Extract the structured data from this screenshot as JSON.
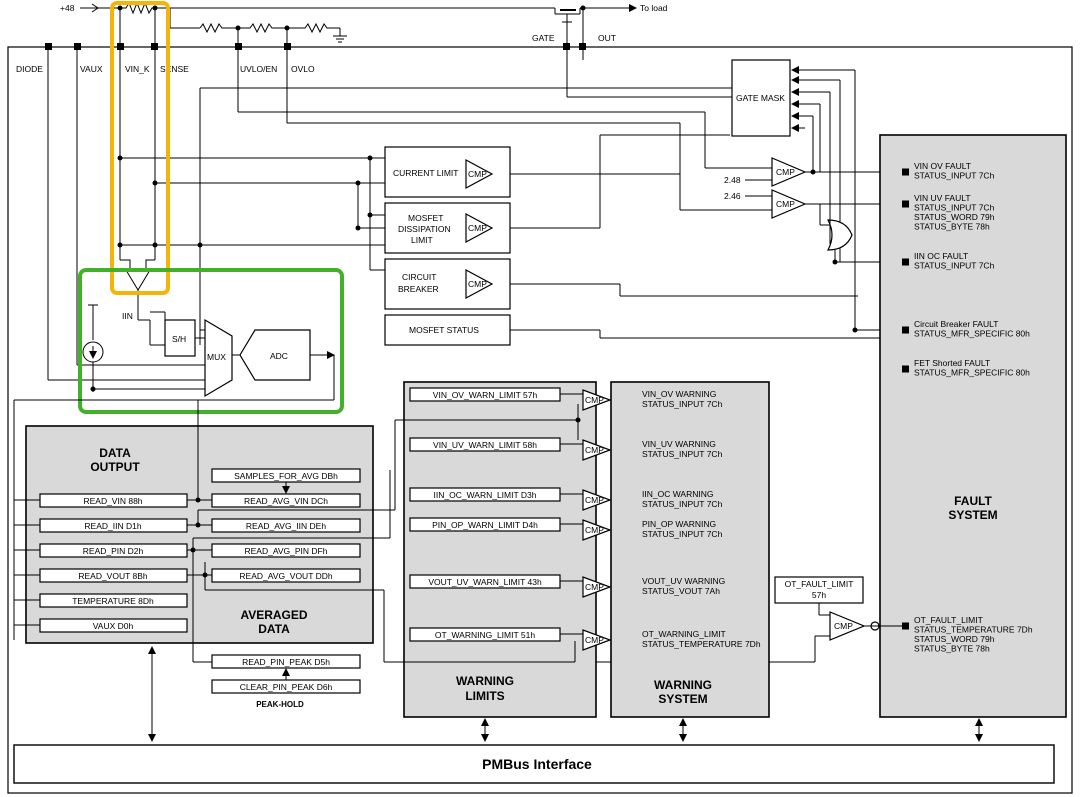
{
  "top": {
    "supply": "+48",
    "to_load": "To load",
    "gate": "GATE",
    "out": "OUT"
  },
  "pins": {
    "diode": "DIODE",
    "vaux": "VAUX",
    "vin_k": "VIN_K",
    "sense": "SENSE",
    "uvlo_en": "UVLO/EN",
    "ovlo": "OVLO"
  },
  "analog": {
    "iin": "IIN",
    "sh": "S/H",
    "mux": "MUX",
    "adc": "ADC",
    "gate_mask": "GATE MASK",
    "ref1": "2.48",
    "ref2": "2.46"
  },
  "protection": {
    "current_limit": "CURRENT LIMIT",
    "mosfet_dissipation": [
      "MOSFET",
      "DISSIPATION",
      "LIMIT"
    ],
    "circuit_breaker": [
      "CIRCUIT",
      "BREAKER"
    ],
    "mosfet_status": "MOSFET STATUS",
    "cmp": "CMP"
  },
  "data_output": {
    "title": [
      "DATA",
      "OUTPUT"
    ],
    "registers": [
      "READ_VIN 88h",
      "READ_IIN D1h",
      "READ_PIN D2h",
      "READ_VOUT 8Bh",
      "TEMPERATURE 8Dh",
      "VAUX D0h"
    ]
  },
  "averaged": {
    "samples": "SAMPLES_FOR_AVG DBh",
    "registers": [
      "READ_AVG_VIN DCh",
      "READ_AVG_IIN DEh",
      "READ_AVG_PIN DFh",
      "READ_AVG_VOUT DDh"
    ],
    "title": [
      "AVERAGED",
      "DATA"
    ]
  },
  "peak_hold": {
    "read": "READ_PIN_PEAK D5h",
    "clear": "CLEAR_PIN_PEAK D6h",
    "title": "PEAK-HOLD"
  },
  "warning_limits": {
    "registers": [
      "VIN_OV_WARN_LIMIT 57h",
      "VIN_UV_WARN_LIMIT 58h",
      "IIN_OC_WARN_LIMIT D3h",
      "PIN_OP_WARN_LIMIT D4h",
      "VOUT_UV_WARN_LIMIT 43h",
      "OT_WARNING_LIMIT 51h"
    ],
    "title": [
      "WARNING",
      "LIMITS"
    ]
  },
  "warning_system": {
    "items": [
      [
        "VIN_OV WARNING",
        "STATUS_INPUT 7Ch"
      ],
      [
        "VIN_UV WARNING",
        "STATUS_INPUT 7Ch"
      ],
      [
        "IIN_OC WARNING",
        "STATUS_INPUT 7Ch"
      ],
      [
        "PIN_OP WARNING",
        "STATUS_INPUT 7Ch"
      ],
      [
        "VOUT_UV WARNING",
        "STATUS_VOUT 7Ah"
      ],
      [
        "OT_WARNING_LIMIT",
        "STATUS_TEMPERATURE 7Dh"
      ]
    ],
    "title": [
      "WARNING",
      "SYSTEM"
    ]
  },
  "fault_system": {
    "items": [
      [
        "VIN OV FAULT",
        "STATUS_INPUT 7Ch"
      ],
      [
        "VIN UV FAULT",
        "STATUS_INPUT 7Ch",
        "STATUS_WORD 79h",
        "STATUS_BYTE 78h"
      ],
      [
        "IIN OC FAULT",
        "STATUS_INPUT 7Ch"
      ],
      [
        "Circuit Breaker FAULT",
        "STATUS_MFR_SPECIFIC 80h"
      ],
      [
        "FET Shorted FAULT",
        "STATUS_MFR_SPECIFIC 80h"
      ],
      [
        "OT_FAULT_LIMIT",
        "STATUS_TEMPERATURE 7Dh",
        "STATUS_WORD 79h",
        "STATUS_BYTE 78h"
      ]
    ],
    "ot_fault_limit": [
      "OT_FAULT_LIMIT",
      "57h"
    ],
    "title": [
      "FAULT",
      "SYSTEM"
    ]
  },
  "pmbus": "PMBus Interface",
  "colors": {
    "highlight_yellow": "#f5b40a",
    "highlight_green": "#43b02a",
    "panel_gray": "#d9d9d9"
  }
}
